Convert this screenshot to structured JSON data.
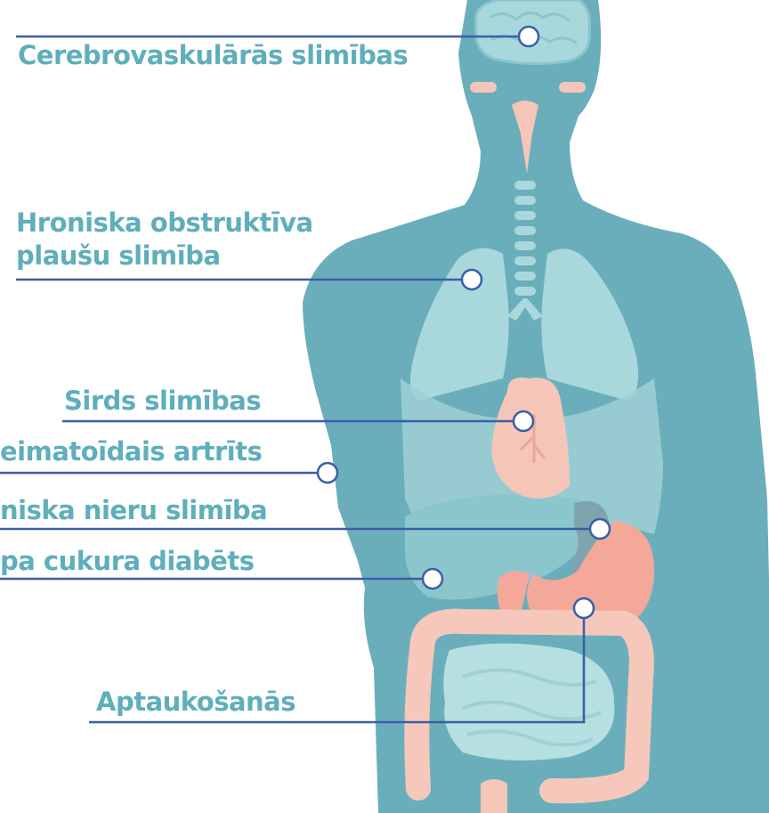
{
  "colors": {
    "body": "#6aaebb",
    "organ_light": "#a9d8dc",
    "organ_mid": "#8cc6cd",
    "pink": "#f5c6b8",
    "stomach": "#f3a89a",
    "intestine": "#f6c8bc",
    "small_intestine": "#b5dfe0",
    "kidney": "#7ea5ad",
    "line": "#3b5ea6",
    "label": "#5faebb"
  },
  "labels": {
    "cerebrovascular": "Cerebrovaskulārās slimības",
    "copd_line1": "Hroniska obstruktīva",
    "copd_line2": "plaušu slimība",
    "heart": "Sirds slimības",
    "arthritis": "eimatoīdais artrīts",
    "kidney": "niska nieru slimība",
    "diabetes": "pa cukura diabēts",
    "obesity": "Aptaukošanās"
  }
}
